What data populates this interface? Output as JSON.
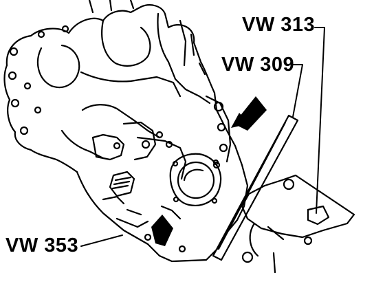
{
  "callouts": {
    "vw313": "VW 313",
    "vw309": "VW 309",
    "vw353": "VW 353"
  },
  "colors": {
    "ink": "#000000",
    "paper": "#ffffff"
  }
}
